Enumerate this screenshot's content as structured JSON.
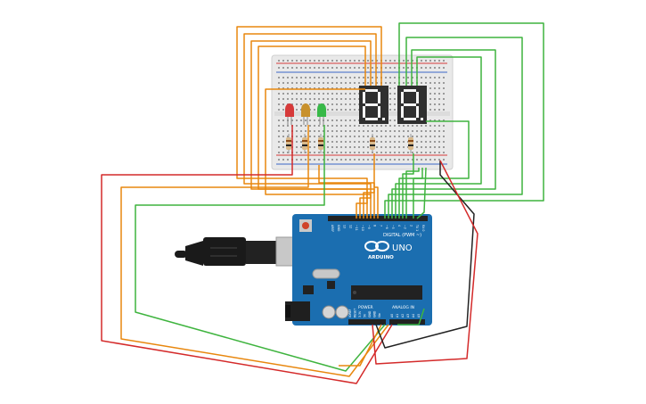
{
  "canvas": {
    "background": "#ffffff",
    "wire_colors": {
      "orange": "#e8870e",
      "green": "#3fb43f",
      "red": "#d42a2a",
      "black": "#222222"
    }
  },
  "breadboard": {
    "color": "#e9e9e9",
    "rail_red": "#d53c3c",
    "rail_blue": "#3a66c8"
  },
  "leds": [
    {
      "color_name": "red",
      "color": "#d63a3a"
    },
    {
      "color_name": "amber",
      "color": "#c8912c"
    },
    {
      "color_name": "green",
      "color": "#38b948"
    }
  ],
  "seven_segment_displays": [
    {
      "segment_color": "#f4f4f4",
      "body_color": "#2f2f2f"
    },
    {
      "segment_color": "#f4f4f4",
      "body_color": "#2f2f2f"
    }
  ],
  "arduino": {
    "board_color": "#1b6eb0",
    "logo_text": "ARDUINO",
    "model_text": "UNO",
    "digital_header_label": "DIGITAL (PWM ~)",
    "power_label": "POWER",
    "analog_label": "ANALOG IN",
    "digital_pins": [
      "AREF",
      "GND",
      "13",
      "12",
      "~11",
      "~10",
      "~9",
      "8",
      "7",
      "~6",
      "~5",
      "4",
      "~3",
      "2",
      "TX 1",
      "RX 0"
    ],
    "power_pins": [
      "IOREF",
      "RESET",
      "3.3V",
      "5V",
      "GND",
      "GND",
      "Vin"
    ],
    "analog_pins": [
      "A0",
      "A1",
      "A2",
      "A3",
      "A4",
      "A5"
    ]
  },
  "usb_cable": {
    "color": "#1a1a1a"
  }
}
